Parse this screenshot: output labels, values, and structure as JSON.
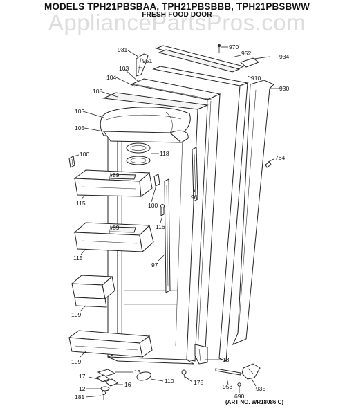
{
  "title": "MODELS TPH21PBSBAA, TPH21PBSBBB, TPH21PBSBWW",
  "subtitle": "FRESH FOOD DOOR",
  "watermark": "AppliancePartsPros.com",
  "art_number": "(ART NO. WR18086 C)",
  "callouts": {
    "c970": "970",
    "c931": "931",
    "c952": "952",
    "c934": "934",
    "c951": "951",
    "c103": "103",
    "c910": "910",
    "c104": "104",
    "c930": "930",
    "c108": "108",
    "c106": "106",
    "c105": "105",
    "c118": "118",
    "c764": "764",
    "c100a": "100",
    "c89a": "89",
    "c96": "96",
    "c115a": "115",
    "c100b": "100",
    "c116": "116",
    "c89b": "89",
    "c115b": "115",
    "c97": "97",
    "c109a": "109",
    "c109b": "109",
    "c18": "18",
    "c13": "13",
    "c17": "17",
    "c16": "16",
    "c110": "110",
    "c175": "175",
    "c12": "12",
    "c953": "953",
    "c935": "935",
    "c181": "181",
    "c690": "690"
  }
}
